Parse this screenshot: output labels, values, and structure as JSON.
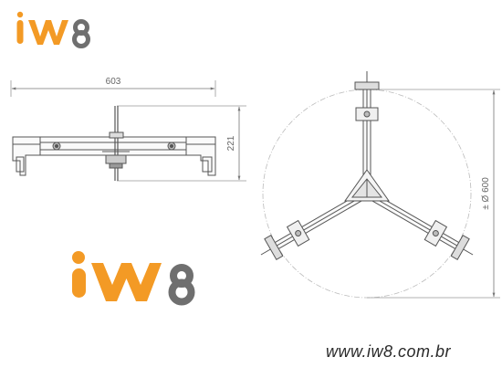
{
  "logo_small": {
    "text": "iW8"
  },
  "logo_large": {
    "text": "iW8"
  },
  "dimensions": {
    "width_label": "603",
    "height_label": "221",
    "diameter_label": "± Ø 600"
  },
  "footer": {
    "url": "www.iw8.com.br"
  },
  "colors": {
    "logo_orange": "#f39a25",
    "logo_grey": "#6f6f6f",
    "line": "#555555",
    "dim_line": "#888888"
  }
}
